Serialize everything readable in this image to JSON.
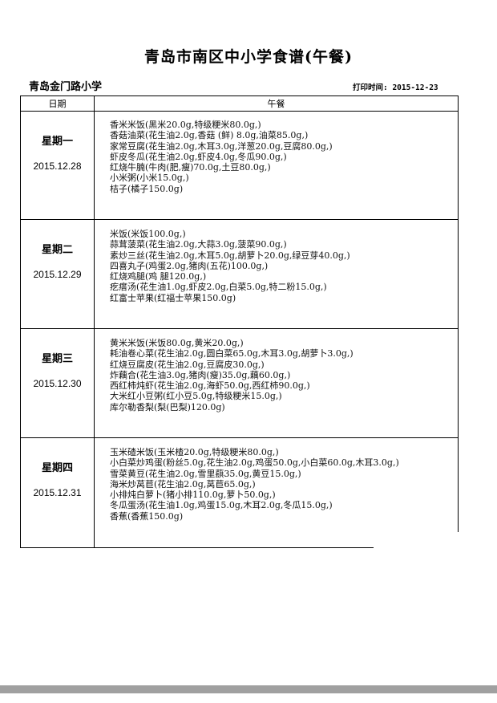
{
  "title": "青岛市南区中小学食谱(午餐)",
  "school": "青岛金门路小学",
  "print_time": "打印时间: 2015-12-23",
  "headers": {
    "date": "日期",
    "lunch": "午餐"
  },
  "days": [
    {
      "name": "星期一",
      "date": "2015.12.28",
      "items": [
        "香米米饭(黑米20.0g,特级粳米80.0g,)",
        "香菇油菜(花生油2.0g,香菇 (鲜) 8.0g,油菜85.0g,)",
        "家常豆腐(花生油2.0g,木耳3.0g,洋葱20.0g,豆腐80.0g,)",
        "虾皮冬瓜(花生油2.0g,虾皮4.0g,冬瓜90.0g,)",
        "红烧牛腩(牛肉(肥,瘦)70.0g,土豆80.0g,)",
        "小米粥(小米15.0g,)",
        "桔子(橘子150.0g)"
      ]
    },
    {
      "name": "星期二",
      "date": "2015.12.29",
      "items": [
        "米饭(米饭100.0g,)",
        "蒜茸菠菜(花生油2.0g,大蒜3.0g,菠菜90.0g,)",
        "素炒三丝(花生油2.0g,木耳5.0g,胡萝卜20.0g,绿豆芽40.0g,)",
        "四喜丸子(鸡蛋2.0g,猪肉(五花)100.0g,)",
        "红烧鸡腿(鸡 腿120.0g,)",
        "疙瘩汤(花生油1.0g,虾皮2.0g,白菜5.0g,特二粉15.0g,)",
        "红富士苹果(红福士苹果150.0g)"
      ]
    },
    {
      "name": "星期三",
      "date": "2015.12.30",
      "items": [
        "黄米米饭(米饭80.0g,黄米20.0g,)",
        "耗油卷心菜(花生油2.0g,圆白菜65.0g,木耳3.0g,胡萝卜3.0g,)",
        "红烧豆腐皮(花生油2.0g,豆腐皮30.0g,)",
        "炸藕合(花生油3.0g,猪肉(瘦)35.0g,藕60.0g,)",
        "西红柿炖虾(花生油2.0g,海虾50.0g,西红柿90.0g,)",
        "大米红小豆粥(红小豆5.0g,特级粳米15.0g,)",
        "库尔勒香梨(梨(巴梨)120.0g)"
      ]
    },
    {
      "name": "星期四",
      "date": "2015.12.31",
      "items": [
        "玉米碴米饭(玉米楂20.0g,特级粳米80.0g,)",
        "小白菜炒鸡蛋(粉丝5.0g,花生油2.0g,鸡蛋50.0g,小白菜60.0g,木耳3.0g,)",
        "雪菜黄豆(花生油2.0g,雪里蕻35.0g,黄豆15.0g,)",
        "海米炒莴苣(花生油2.0g,莴苣65.0g,)",
        "小排炖白萝卜(猪小排110.0g,萝卜50.0g,)",
        "冬瓜蛋汤(花生油1.0g,鸡蛋15.0g,木耳2.0g,冬瓜15.0g,)",
        "香蕉(香蕉150.0g)"
      ]
    }
  ]
}
